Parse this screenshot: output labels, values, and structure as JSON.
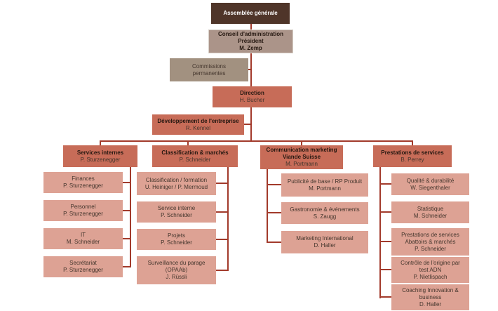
{
  "colors": {
    "dark_brown": "#4f3529",
    "tan": "#ab9489",
    "gray_tan": "#a29180",
    "terracotta": "#c76c58",
    "salmon": "#dda294",
    "line_red": "#a23a2b",
    "title_text": "#241710",
    "name_text": "#44362d",
    "text_white": "#ffffff"
  },
  "org": {
    "assemblee": {
      "title": "Assemblée générale"
    },
    "conseil": {
      "title": "Conseil d'administration\nPrésident",
      "name": "M. Zemp"
    },
    "commissions": {
      "title": "Commissions\npermanentes"
    },
    "direction": {
      "title": "Direction",
      "name": "H. Bucher"
    },
    "developpement": {
      "title": "Développement de l'entreprise",
      "name": "R. Kennel"
    },
    "columns": [
      {
        "header": {
          "title": "Services internes",
          "name": "P. Sturzenegger"
        },
        "children": [
          {
            "title": "Finances",
            "name": "P. Sturzenegger"
          },
          {
            "title": "Personnel",
            "name": "P. Sturzenegger"
          },
          {
            "title": "IT",
            "name": "M. Schneider"
          },
          {
            "title": "Secrétariat",
            "name": "P. Sturzenegger"
          }
        ]
      },
      {
        "header": {
          "title": "Classification & marchés",
          "name": "P. Schneider"
        },
        "children": [
          {
            "title": "Classification / formation",
            "name": "U. Heiniger / P. Mermoud"
          },
          {
            "title": "Service interne",
            "name": "P. Schneider"
          },
          {
            "title": "Projets",
            "name": "P. Schneider"
          },
          {
            "title": "Surveillance du parage\n(OPAAb)",
            "name": "J. Rüssli"
          }
        ]
      },
      {
        "header": {
          "title": "Communication marketing\nViande Suisse",
          "name": "M. Portmann"
        },
        "children": [
          {
            "title": "Publicité de base / RP Produit",
            "name": "M. Portmann"
          },
          {
            "title": "Gastronomie & événements",
            "name": "S. Zaugg"
          },
          {
            "title": "Marketing International",
            "name": "D. Haller"
          }
        ]
      },
      {
        "header": {
          "title": "Prestations de services",
          "name": "B. Perrey"
        },
        "children": [
          {
            "title": "Qualité & durabilité",
            "name": "W. Siegenthaler"
          },
          {
            "title": "Statistique",
            "name": "M. Schneider"
          },
          {
            "title": "Prestations de services\nAbattoirs & marchés",
            "name": "P. Schneider"
          },
          {
            "title": "Contrôle de l'origine par\ntest ADN",
            "name": "P. Nietlispach"
          },
          {
            "title": "Coaching Innovation &\nbusiness",
            "name": "D. Haller"
          }
        ]
      }
    ]
  }
}
